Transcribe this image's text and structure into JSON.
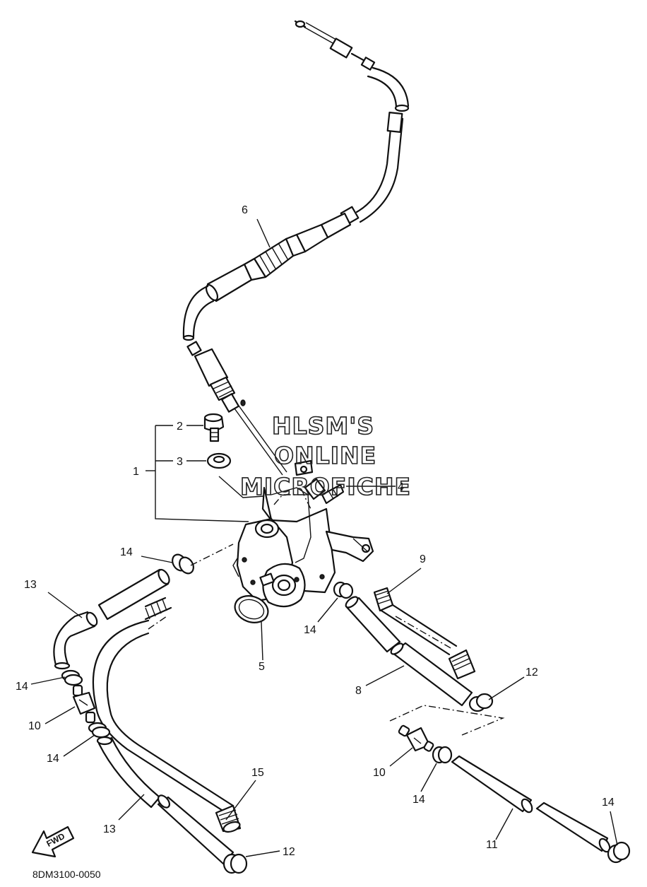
{
  "figure_code": "8DM3100-0050",
  "fwd_label": "FWD",
  "watermark": {
    "line1": "HLSM'S",
    "line2": "ONLINE",
    "line3": "MICROFICHE"
  },
  "callouts": {
    "c1": "1",
    "c2": "2",
    "c3": "3",
    "c4": "4",
    "c5": "5",
    "c6": "6",
    "c8": "8",
    "c9": "9",
    "c10a": "10",
    "c10b": "10",
    "c11": "11",
    "c12a": "12",
    "c12b": "12",
    "c13a": "13",
    "c13b": "13",
    "c14a": "14",
    "c14b": "14",
    "c14c": "14",
    "c14d": "14",
    "c14e": "14",
    "c14f": "14",
    "c15": "15"
  }
}
